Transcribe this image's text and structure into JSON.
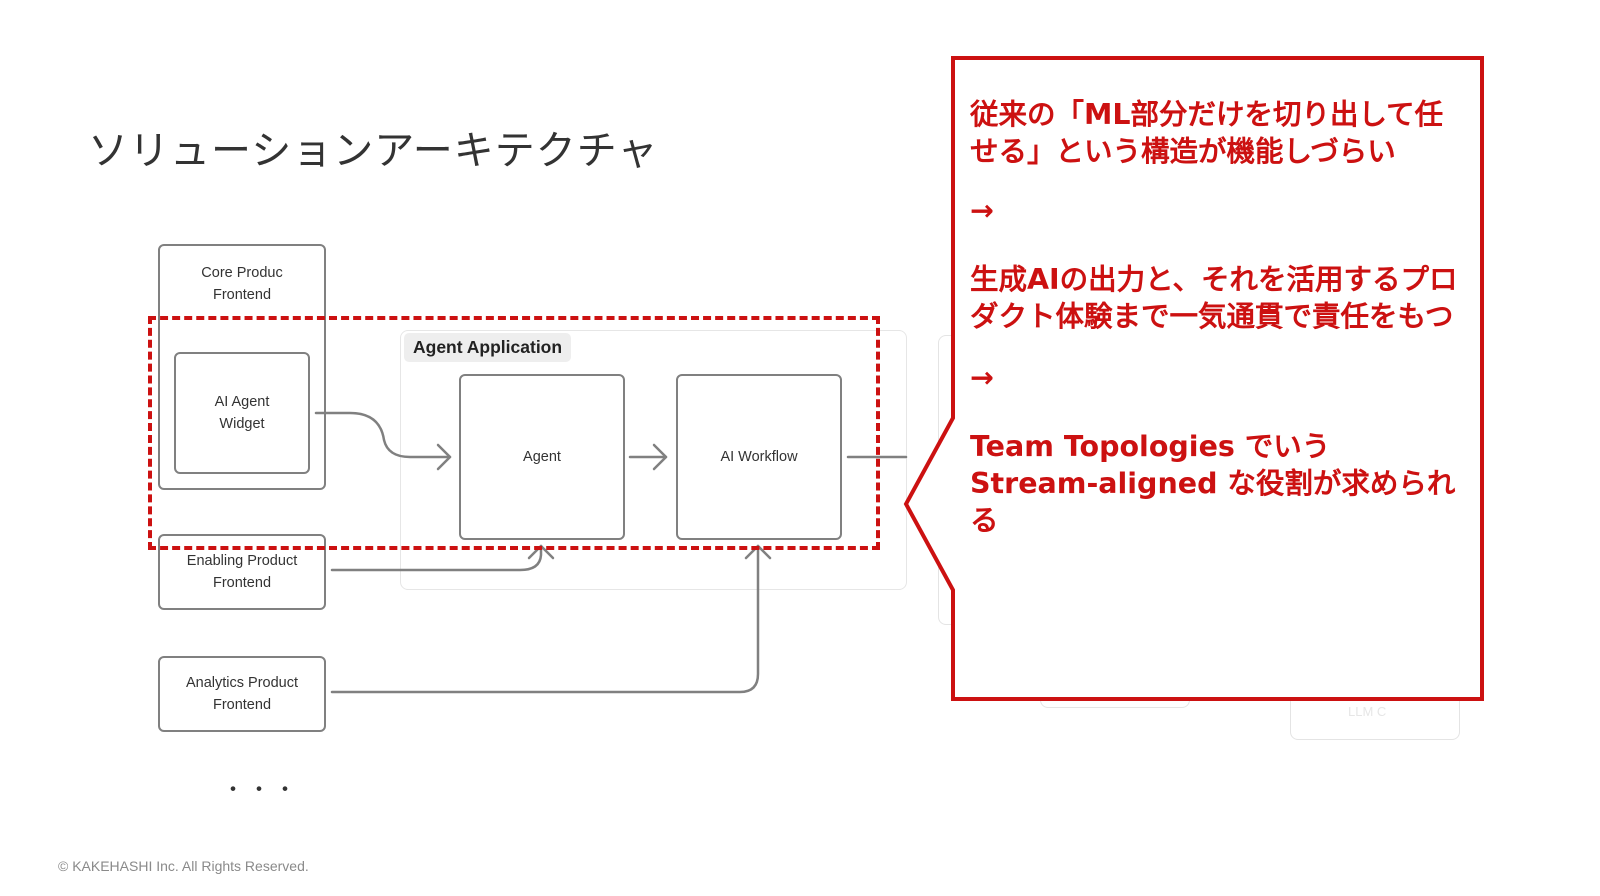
{
  "slide": {
    "title": "ソリューションアーキテクチャ",
    "footer": "© KAKEHASHI Inc. All Rights Reserved.",
    "ellipsis": "・・・"
  },
  "diagram": {
    "group_label": "Agent Application",
    "boxes": {
      "core_frontend": "Core Produc\nFrontend",
      "ai_agent_widget": "AI Agent\nWidget",
      "enabling_frontend": "Enabling Product\nFrontend",
      "analytics_frontend": "Analytics Product\nFrontend",
      "agent": "Agent",
      "ai_workflow": "AI Workflow"
    },
    "ghost_label": "LLM C"
  },
  "callout": {
    "p1": "従来の「ML部分だけを切り出して任せる」という構造が機能しづらい",
    "arrow1": "→",
    "p2": "生成AIの出力と、それを活用するプロダクト体験まで一気通貫で責任をもつ",
    "arrow2": "→",
    "p3": "Team Topologies でいう Stream-aligned な役割が求められる",
    "color": "#cc1111"
  }
}
